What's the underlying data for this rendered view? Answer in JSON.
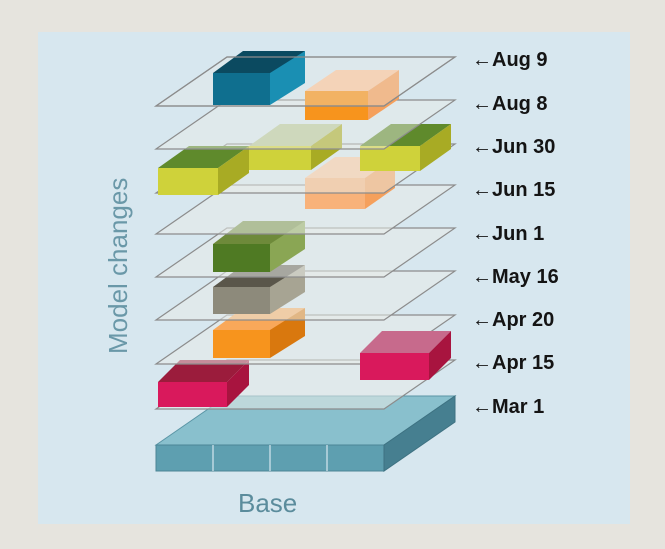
{
  "diagram": {
    "y_axis_label": "Model changes",
    "base_label": "Base",
    "layers": [
      {
        "label": "←Aug 9"
      },
      {
        "label": "←Aug 8"
      },
      {
        "label": "←Jun 30"
      },
      {
        "label": "←Jun 15"
      },
      {
        "label": "←Jun 1"
      },
      {
        "label": "←May 16"
      },
      {
        "label": "←Apr 20"
      },
      {
        "label": "←Apr 15"
      },
      {
        "label": "←Mar 1"
      }
    ],
    "colors": {
      "background": "#d7e7ef",
      "base": "#5e9fb0",
      "plane_outline": "#8c8c8c",
      "plane_fill": "#e8ebe7",
      "dark_blue": "#0f6f8f",
      "orange_light": "#f8b27a",
      "yellow_green": "#cfd23a",
      "olive_green": "#5f8a2c",
      "taupe": "#8d8a7b",
      "orange": "#f7941d",
      "magenta": "#d9195c"
    }
  }
}
